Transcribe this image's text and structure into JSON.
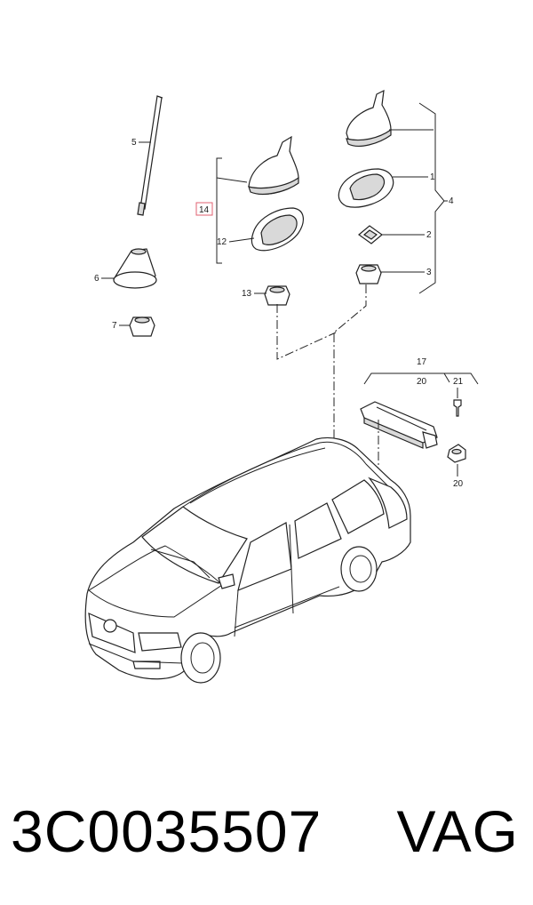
{
  "callouts": {
    "c1": "1",
    "c2": "2",
    "c3": "3",
    "c4": "4",
    "c5": "5",
    "c6": "6",
    "c7": "7",
    "c12": "12",
    "c13": "13",
    "c14": "14",
    "c17": "17",
    "c20a": "20",
    "c20b": "20",
    "c21": "21"
  },
  "caption": {
    "part_number": "3C0035507",
    "brand": "VAG"
  },
  "colors": {
    "line": "#222222",
    "highlight_box": "#e06070"
  }
}
